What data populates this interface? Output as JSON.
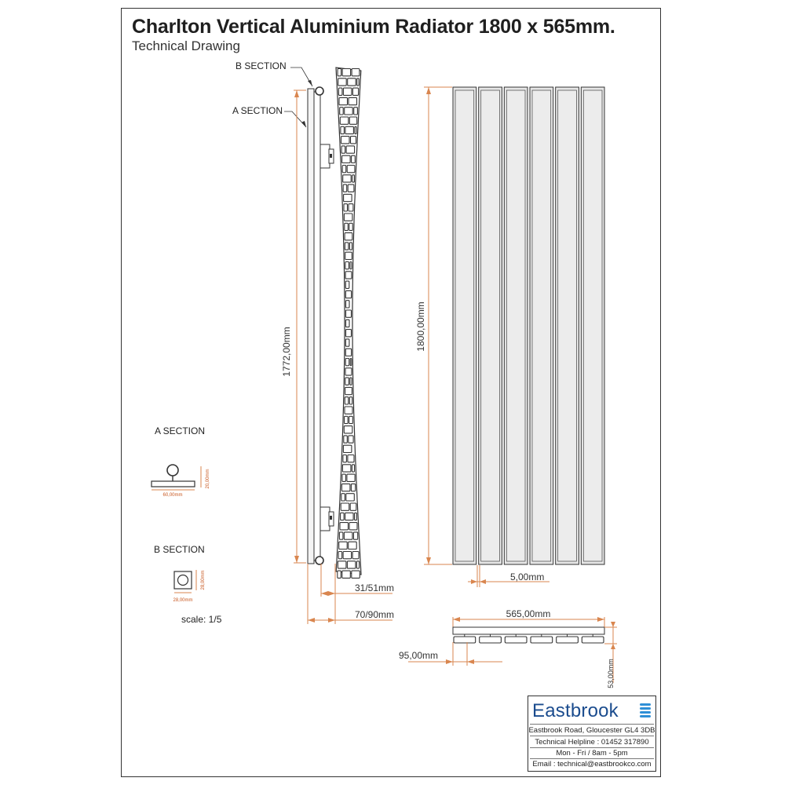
{
  "header": {
    "title": "Charlton Vertical Aluminium Radiator 1800 x 565mm.",
    "subtitle": "Technical Drawing"
  },
  "side_view": {
    "b_section_label": "B SECTION",
    "a_section_label": "A SECTION",
    "height_dim": "1772,00mm",
    "wall_gap_dim": "31/51mm",
    "depth_dim": "70/90mm"
  },
  "front_view": {
    "height_dim": "1800,00mm",
    "gap_dim": "5,00mm",
    "width_dim": "565,00mm",
    "panel_dim": "95,00mm",
    "depth_dim": "53,00mm"
  },
  "a_section": {
    "title": "A SECTION",
    "width_dim": "60,00mm",
    "height_dim": "20,00mm"
  },
  "b_section": {
    "title": "B SECTION",
    "width_dim": "28,00mm",
    "height_dim": "28,00mm"
  },
  "scale": "scale: 1/5",
  "company": {
    "name": "Eastbrook",
    "address": "Eastbrook Road, Gloucester GL4 3DB",
    "helpline": "Technical Helpline : 01452 317890",
    "hours": "Mon - Fri / 8am - 5pm",
    "email": "Email : technical@eastbrookco.com"
  },
  "colors": {
    "dimension_lines": "#d9864f",
    "outline": "#333333",
    "brand_blue": "#1b4c8e",
    "logo_accent": "#2f8fd6"
  }
}
